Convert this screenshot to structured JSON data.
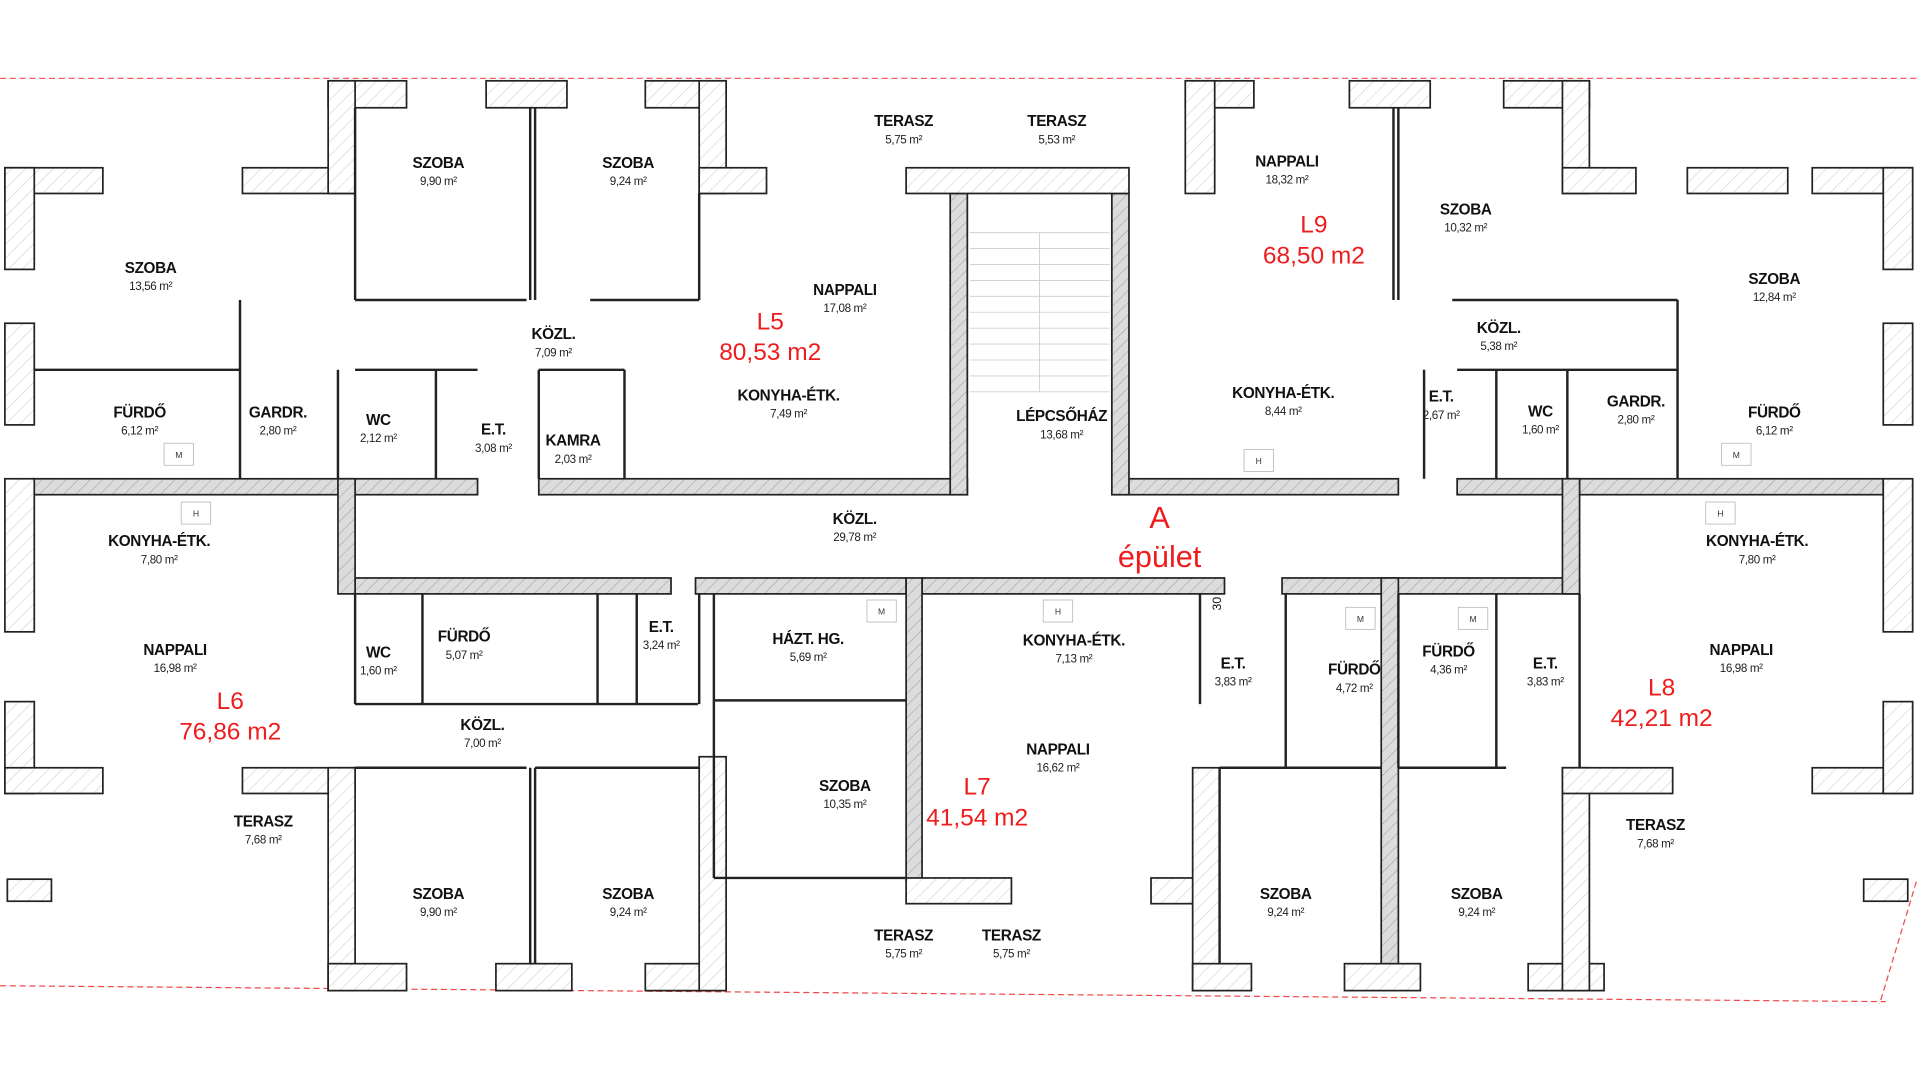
{
  "building": {
    "letter": "A",
    "name": "épület"
  },
  "colors": {
    "annotation": "#ee1c1c",
    "bearing_wall": "#d9d9d9",
    "wall_line": "#222222",
    "boundary": "#ee1c1c"
  },
  "apartments": [
    {
      "id": "L5",
      "area": "80,53 m2"
    },
    {
      "id": "L9",
      "area": "68,50 m2"
    },
    {
      "id": "L6",
      "area": "76,86 m2"
    },
    {
      "id": "L7",
      "area": "41,54 m2"
    },
    {
      "id": "L8",
      "area": "42,21 m2"
    }
  ],
  "rooms": [
    {
      "name": "TERASZ",
      "area": "5,75 m²"
    },
    {
      "name": "TERASZ",
      "area": "5,53 m²"
    },
    {
      "name": "SZOBA",
      "area": "9,90 m²"
    },
    {
      "name": "SZOBA",
      "area": "9,24 m²"
    },
    {
      "name": "NAPPALI",
      "area": "18,32 m²"
    },
    {
      "name": "SZOBA",
      "area": "10,32 m²"
    },
    {
      "name": "SZOBA",
      "area": "13,56 m²"
    },
    {
      "name": "SZOBA",
      "area": "12,84 m²"
    },
    {
      "name": "NAPPALI",
      "area": "17,08 m²"
    },
    {
      "name": "KÖZL.",
      "area": "7,09 m²"
    },
    {
      "name": "KÖZL.",
      "area": "5,38 m²"
    },
    {
      "name": "FÜRDŐ",
      "area": "6,12 m²"
    },
    {
      "name": "GARDR.",
      "area": "2,80 m²"
    },
    {
      "name": "WC",
      "area": "2,12 m²"
    },
    {
      "name": "E.T.",
      "area": "3,08 m²"
    },
    {
      "name": "KAMRA",
      "area": "2,03 m²"
    },
    {
      "name": "KONYHA-ÉTK.",
      "area": "7,49 m²"
    },
    {
      "name": "LÉPCSŐHÁZ",
      "area": "13,68 m²"
    },
    {
      "name": "KONYHA-ÉTK.",
      "area": "8,44 m²"
    },
    {
      "name": "E.T.",
      "area": "2,67 m²"
    },
    {
      "name": "WC",
      "area": "1,60 m²"
    },
    {
      "name": "GARDR.",
      "area": "2,80 m²"
    },
    {
      "name": "FÜRDŐ",
      "area": "6,12 m²"
    },
    {
      "name": "KONYHA-ÉTK.",
      "area": "7,80 m²"
    },
    {
      "name": "KÖZL.",
      "area": "29,78 m²"
    },
    {
      "name": "KONYHA-ÉTK.",
      "area": "7,80 m²"
    },
    {
      "name": "NAPPALI",
      "area": "16,98 m²"
    },
    {
      "name": "WC",
      "area": "1,60 m²"
    },
    {
      "name": "FÜRDŐ",
      "area": "5,07 m²"
    },
    {
      "name": "E.T.",
      "area": "3,24 m²"
    },
    {
      "name": "HÁZT. HG.",
      "area": "5,69 m²"
    },
    {
      "name": "KONYHA-ÉTK.",
      "area": "7,13 m²"
    },
    {
      "name": "E.T.",
      "area": "3,83 m²"
    },
    {
      "name": "FÜRDŐ",
      "area": "4,72 m²"
    },
    {
      "name": "FÜRDŐ",
      "area": "4,36 m²"
    },
    {
      "name": "E.T.",
      "area": "3,83 m²"
    },
    {
      "name": "NAPPALI",
      "area": "16,98 m²"
    },
    {
      "name": "KÖZL.",
      "area": "7,00 m²"
    },
    {
      "name": "NAPPALI",
      "area": "16,62 m²"
    },
    {
      "name": "SZOBA",
      "area": "10,35 m²"
    },
    {
      "name": "TERASZ",
      "area": "7,68 m²"
    },
    {
      "name": "TERASZ",
      "area": "7,68 m²"
    },
    {
      "name": "SZOBA",
      "area": "9,90 m²"
    },
    {
      "name": "SZOBA",
      "area": "9,24 m²"
    },
    {
      "name": "SZOBA",
      "area": "9,24 m²"
    },
    {
      "name": "SZOBA",
      "area": "9,24 m²"
    },
    {
      "name": "TERASZ",
      "area": "5,75 m²"
    },
    {
      "name": "TERASZ",
      "area": "5,75 m²"
    }
  ],
  "fixtures": [
    "M",
    "M",
    "M",
    "M",
    "M",
    "H",
    "H",
    "H",
    "H"
  ],
  "dimension": "30"
}
